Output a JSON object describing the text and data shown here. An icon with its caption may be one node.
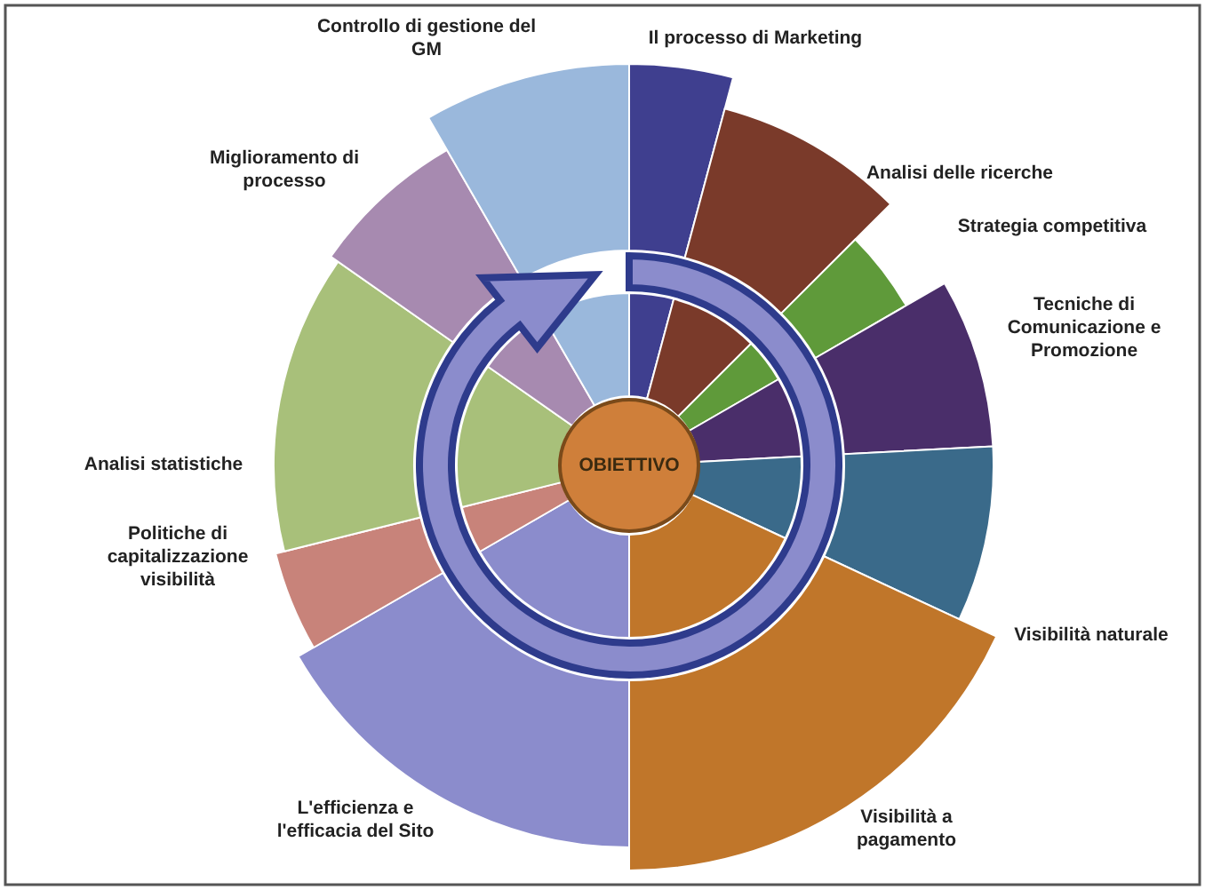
{
  "diagram": {
    "nodes": [
      {
        "text": [
          "OBIETTIVO"
        ]
      },
      {
        "text": [],
        "shape": "wedge",
        "beside": [
          "Il processo di Marketing"
        ]
      },
      {
        "text": [],
        "shape": "wedge",
        "beside": [
          "Analisi delle ricerche"
        ]
      },
      {
        "text": [],
        "shape": "wedge",
        "beside": [
          "Strategia competitiva"
        ]
      },
      {
        "text": [],
        "shape": "wedge",
        "beside": [
          "Tecniche di Comunicazione e Promozione"
        ]
      },
      {
        "text": [],
        "shape": "wedge",
        "beside": [
          "Visibilità naturale"
        ]
      },
      {
        "text": [],
        "shape": "wedge",
        "beside": [
          "Visibilità a pagamento"
        ]
      },
      {
        "text": [],
        "shape": "wedge",
        "beside": [
          "L'efficienza e l'efficacia del Sito"
        ]
      },
      {
        "text": [],
        "shape": "wedge",
        "beside": [
          "Politiche di capitalizzazione visibilità"
        ]
      },
      {
        "text": [],
        "shape": "wedge",
        "beside": [
          "Analisi statistiche"
        ]
      },
      {
        "text": [],
        "shape": "wedge",
        "beside": [
          "Miglioramento di processo"
        ]
      },
      {
        "text": [],
        "shape": "wedge",
        "beside": [
          "Controllo di gestione del GM"
        ]
      }
    ]
  }
}
